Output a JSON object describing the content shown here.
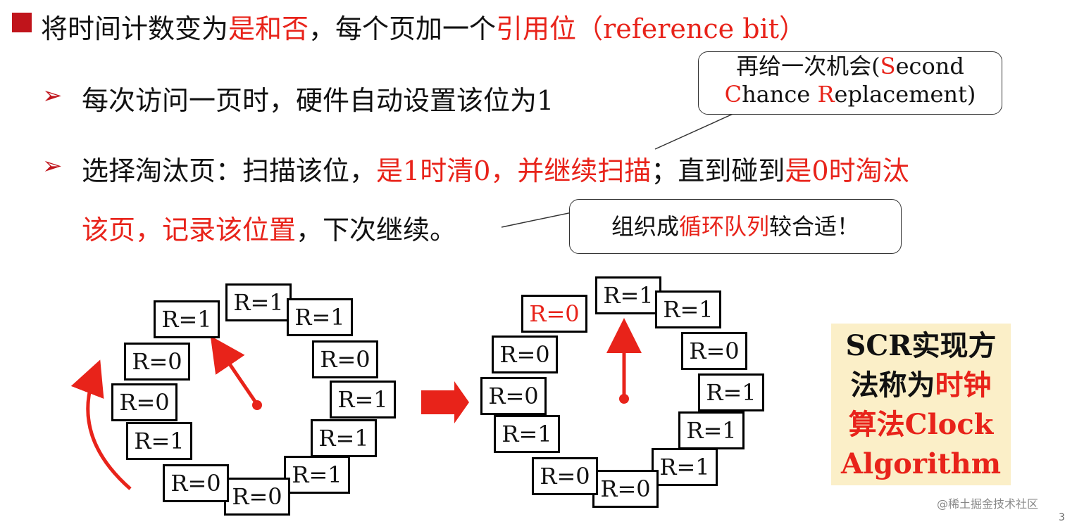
{
  "line1": {
    "a": "将时间计数变为",
    "b": "是和否",
    "c": "，每个页加一个",
    "d": "引用位",
    "e": "（reference bit）"
  },
  "bullet1": "每次访问一页时，硬件自动设置该位为1",
  "bullet2": {
    "a": "选择淘汰页：扫描该位，",
    "b": "是1时清0，并继续扫描",
    "c": "；直到碰到",
    "d": "是0时淘汰",
    "e": "该页，记录该位置",
    "f": "，下次继续。"
  },
  "callout1": {
    "l1": "再给一次机会(",
    "s": "S",
    "l1b": "econd",
    "c": "C",
    "l2a": "hance ",
    "r": "R",
    "l2b": "eplacement)"
  },
  "callout2": {
    "a": "组织成",
    "b": "循环队列",
    "c": "较合适！"
  },
  "ring_left": [
    "R=1",
    "R=1",
    "R=1",
    "R=0",
    "R=1",
    "R=1",
    "R=1",
    "R=0",
    "R=0",
    "R=1",
    "R=0",
    "R=0"
  ],
  "ring_right": [
    "R=0",
    "R=1",
    "R=1",
    "R=0",
    "R=1",
    "R=1",
    "R=1",
    "R=0",
    "R=0",
    "R=1",
    "R=0",
    "R=0"
  ],
  "scr_box": {
    "l1": "SCR实现方",
    "l2a": "法称为",
    "l2b": "时钟",
    "l3a": "算法",
    "l3b": "Clock",
    "l4": "Algorithm"
  },
  "watermark": "@稀土掘金技术社区",
  "page_number": "3",
  "colors": {
    "accent": "#e8231a",
    "bullet": "#c0141b",
    "scr_bg": "#fbefc8"
  }
}
